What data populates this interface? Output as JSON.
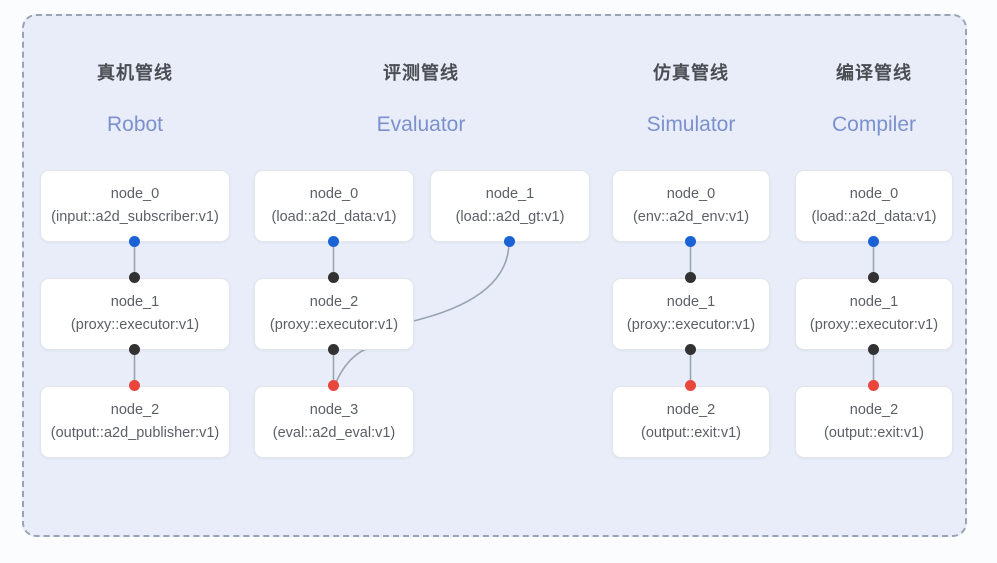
{
  "diagram": {
    "frame_style": "dashed-rounded-container",
    "background_color": "#e8edf9",
    "border_color": "#9aa3b4",
    "page_background": "#fbfcfe"
  },
  "legend_colors": {
    "output_port": "#1a62d6",
    "input_port": "#323232",
    "terminal_port": "#e8453c",
    "subtitle": "#7b91cf",
    "title": "#4a4d52"
  },
  "columns": [
    {
      "title": "真机管线",
      "subtitle": "Robot",
      "nodes": [
        {
          "name": "node_0",
          "type": "(input::a2d_subscriber:v1)"
        },
        {
          "name": "node_1",
          "type": "(proxy::executor:v1)"
        },
        {
          "name": "node_2",
          "type": "(output::a2d_publisher:v1)"
        }
      ]
    },
    {
      "title": "评测管线",
      "subtitle": "Evaluator",
      "nodes": [
        {
          "name": "node_0",
          "type": "(load::a2d_data:v1)"
        },
        {
          "name": "node_1",
          "type": "(load::a2d_gt:v1)"
        },
        {
          "name": "node_2",
          "type": "(proxy::executor:v1)"
        },
        {
          "name": "node_3",
          "type": "(eval::a2d_eval:v1)"
        }
      ]
    },
    {
      "title": "仿真管线",
      "subtitle": "Simulator",
      "nodes": [
        {
          "name": "node_0",
          "type": "(env::a2d_env:v1)"
        },
        {
          "name": "node_1",
          "type": "(proxy::executor:v1)"
        },
        {
          "name": "node_2",
          "type": "(output::exit:v1)"
        }
      ]
    },
    {
      "title": "编译管线",
      "subtitle": "Compiler",
      "nodes": [
        {
          "name": "node_0",
          "type": "(load::a2d_data:v1)"
        },
        {
          "name": "node_1",
          "type": "(proxy::executor:v1)"
        },
        {
          "name": "node_2",
          "type": "(output::exit:v1)"
        }
      ]
    }
  ]
}
